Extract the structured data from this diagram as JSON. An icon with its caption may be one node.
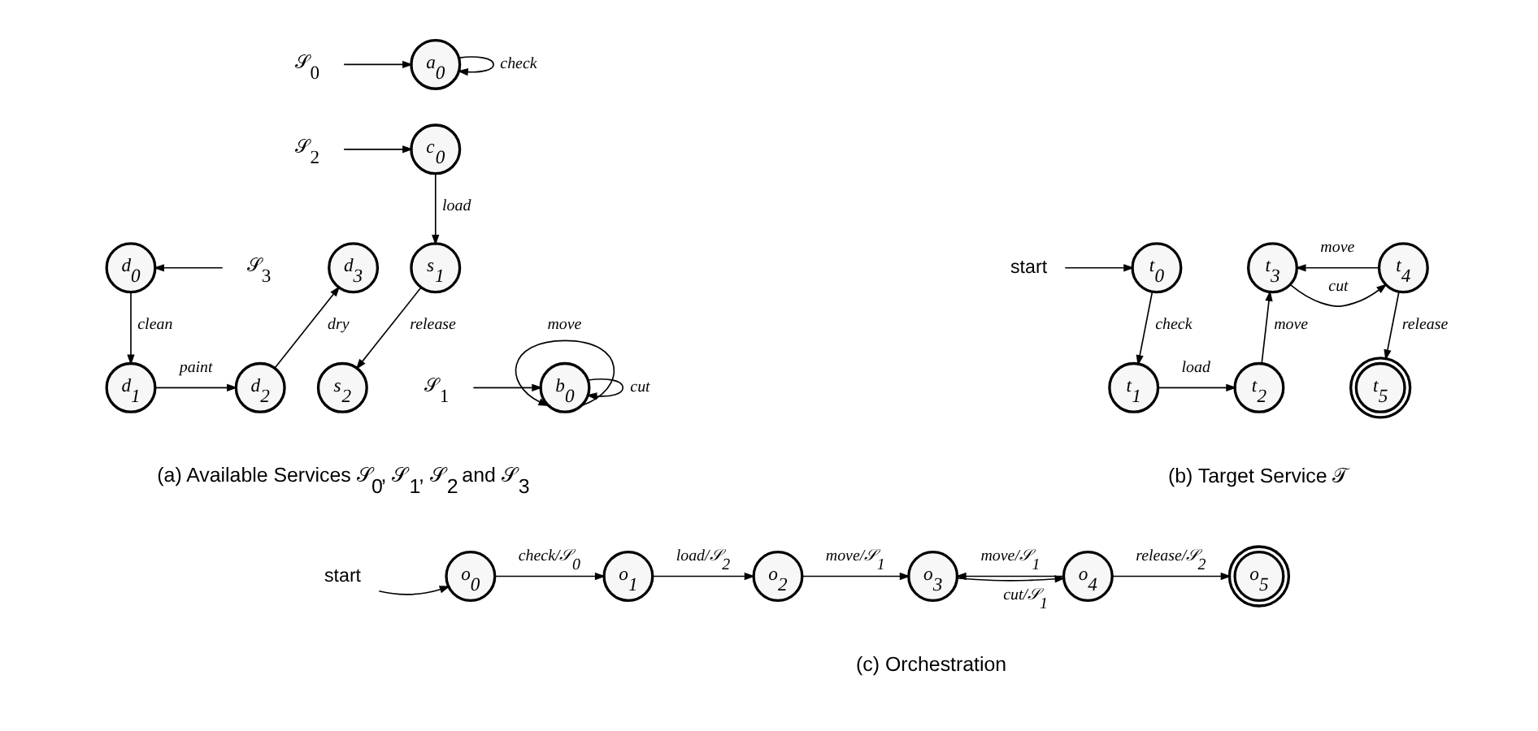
{
  "diagram": {
    "nodes": [
      {
        "text": [
          "𝒮$_{0}$"
        ]
      },
      {
        "text": [
          "a$_{0}$"
        ]
      },
      {
        "text": [
          "𝒮$_{1}$"
        ]
      },
      {
        "text": [
          "b$_{0}$"
        ]
      },
      {
        "text": [
          "𝒮$_{2}$"
        ]
      },
      {
        "text": [
          "c$_{0}$"
        ]
      },
      {
        "text": [
          "s$_{1}$"
        ]
      },
      {
        "text": [
          "s$_{2}$"
        ]
      },
      {
        "text": [
          "𝒮$_{3}$"
        ]
      },
      {
        "text": [
          "d$_{0}$"
        ]
      },
      {
        "text": [
          "d$_{1}$"
        ]
      },
      {
        "text": [
          "d$_{2}$"
        ]
      },
      {
        "text": [
          "d$_{3}$"
        ]
      },
      {
        "text": [
          "start"
        ]
      },
      {
        "text": [
          "t$_{0}$"
        ]
      },
      {
        "text": [
          "t$_{1}$"
        ]
      },
      {
        "text": [
          "t$_{2}$"
        ]
      },
      {
        "text": [
          "t$_{3}$"
        ]
      },
      {
        "text": [
          "t$_{4}$"
        ]
      },
      {
        "text": [
          "t$_{5}$"
        ]
      },
      {
        "text": [
          "start"
        ]
      },
      {
        "text": [
          "o$_{0}$"
        ]
      },
      {
        "text": [
          "o$_{1}$"
        ]
      },
      {
        "text": [
          "o$_{2}$"
        ]
      },
      {
        "text": [
          "o$_{3}$"
        ]
      },
      {
        "text": [
          "o$_{4}$"
        ]
      },
      {
        "text": [
          "o$_{5}$"
        ]
      }
    ],
    "edges": [
      {
        "from": 0,
        "to": 1,
        "arrow": "to"
      },
      {
        "from": 1,
        "to": 1,
        "arrow": "to",
        "label": "check"
      },
      {
        "from": 2,
        "to": 3,
        "arrow": "to"
      },
      {
        "from": 3,
        "to": 3,
        "arrow": "to",
        "label": "cut"
      },
      {
        "from": 3,
        "to": 3,
        "arrow": "to",
        "label": "move"
      },
      {
        "from": 4,
        "to": 5,
        "arrow": "to"
      },
      {
        "from": 5,
        "to": 6,
        "arrow": "to",
        "label": "load"
      },
      {
        "from": 6,
        "to": 7,
        "arrow": "to",
        "label": "release"
      },
      {
        "from": 8,
        "to": 9,
        "arrow": "to"
      },
      {
        "from": 9,
        "to": 10,
        "arrow": "to",
        "label": "clean"
      },
      {
        "from": 10,
        "to": 11,
        "arrow": "to",
        "label": "paint"
      },
      {
        "from": 11,
        "to": 12,
        "arrow": "to",
        "label": "dry"
      },
      {
        "from": 13,
        "to": 14,
        "arrow": "to"
      },
      {
        "from": 14,
        "to": 15,
        "arrow": "to",
        "label": "check"
      },
      {
        "from": 15,
        "to": 16,
        "arrow": "to",
        "label": "load"
      },
      {
        "from": 16,
        "to": 17,
        "arrow": "to",
        "label": "move"
      },
      {
        "from": 17,
        "to": 18,
        "arrow": "to",
        "label": "cut"
      },
      {
        "from": 18,
        "to": 17,
        "arrow": "to",
        "label": "move"
      },
      {
        "from": 18,
        "to": 19,
        "arrow": "to",
        "label": "release"
      },
      {
        "from": 20,
        "to": 21,
        "arrow": "to"
      },
      {
        "from": 21,
        "to": 22,
        "arrow": "to",
        "label": "check/𝒮$_{0}$"
      },
      {
        "from": 22,
        "to": 23,
        "arrow": "to",
        "label": "load/𝒮$_{2}$"
      },
      {
        "from": 23,
        "to": 24,
        "arrow": "to",
        "label": "move/𝒮$_{1}$"
      },
      {
        "from": 24,
        "to": 25,
        "arrow": "to",
        "label": "cut/𝒮$_{1}$"
      },
      {
        "from": 25,
        "to": 24,
        "arrow": "to",
        "label": "move/𝒮$_{1}$"
      },
      {
        "from": 25,
        "to": 26,
        "arrow": "to",
        "label": "release/𝒮$_{2}$"
      }
    ],
    "labels": [
      "(a) Available Services 𝒮$_{0}$, 𝒮$_{1}$, 𝒮$_{2}$ and 𝒮$_{3}$",
      "(b) Target Service 𝒯",
      "(c) Orchestration"
    ]
  }
}
